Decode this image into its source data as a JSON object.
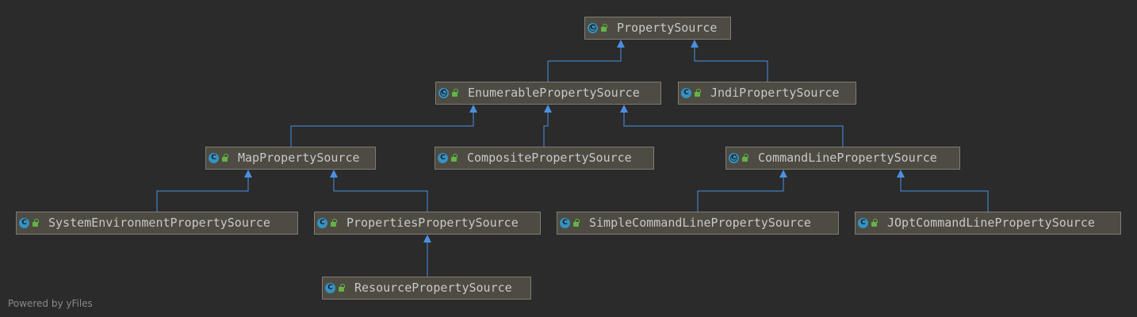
{
  "diagram": {
    "nodes": {
      "property_source": {
        "label": "PropertySource",
        "abstract": true
      },
      "enumerable_property_source": {
        "label": "EnumerablePropertySource",
        "abstract": true
      },
      "jndi_property_source": {
        "label": "JndiPropertySource",
        "abstract": false
      },
      "map_property_source": {
        "label": "MapPropertySource",
        "abstract": false
      },
      "composite_property_source": {
        "label": "CompositePropertySource",
        "abstract": false
      },
      "command_line_property_source": {
        "label": "CommandLinePropertySource",
        "abstract": true
      },
      "system_environment_property_source": {
        "label": "SystemEnvironmentPropertySource",
        "abstract": false
      },
      "properties_property_source": {
        "label": "PropertiesPropertySource",
        "abstract": false
      },
      "simple_command_line_property_source": {
        "label": "SimpleCommandLinePropertySource",
        "abstract": false
      },
      "jopt_command_line_property_source": {
        "label": "JOptCommandLinePropertySource",
        "abstract": false
      },
      "resource_property_source": {
        "label": "ResourcePropertySource",
        "abstract": false
      }
    },
    "edges": [
      {
        "from": "enumerable_property_source",
        "to": "property_source"
      },
      {
        "from": "jndi_property_source",
        "to": "property_source"
      },
      {
        "from": "map_property_source",
        "to": "enumerable_property_source"
      },
      {
        "from": "composite_property_source",
        "to": "enumerable_property_source"
      },
      {
        "from": "command_line_property_source",
        "to": "enumerable_property_source"
      },
      {
        "from": "system_environment_property_source",
        "to": "map_property_source"
      },
      {
        "from": "properties_property_source",
        "to": "map_property_source"
      },
      {
        "from": "simple_command_line_property_source",
        "to": "command_line_property_source"
      },
      {
        "from": "jopt_command_line_property_source",
        "to": "command_line_property_source"
      },
      {
        "from": "resource_property_source",
        "to": "properties_property_source"
      }
    ],
    "class_icon_letter": "C",
    "colors": {
      "background": "#2b2b2b",
      "node_fill": "#4e4b43",
      "node_border": "#7e7c76",
      "edge": "#4a90e2",
      "class_icon": "#3592c4",
      "visibility_icon": "#62b543"
    }
  },
  "footer": {
    "text": "Powered by yFiles"
  }
}
